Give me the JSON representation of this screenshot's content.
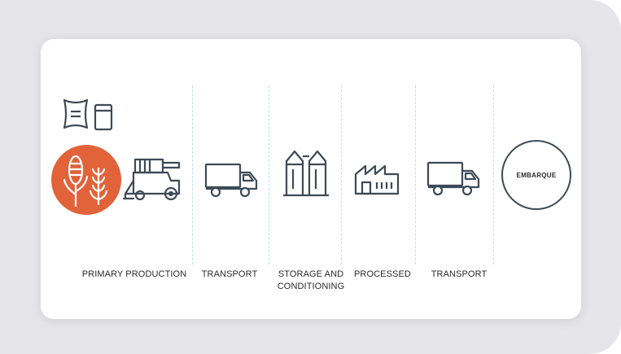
{
  "stages": [
    {
      "label": "PRIMARY PRODUCTION"
    },
    {
      "label": "TRANSPORT"
    },
    {
      "label": "STORAGE AND\nCONDITIONING"
    },
    {
      "label": "PROCESSED"
    },
    {
      "label": "TRANSPORT"
    }
  ],
  "export_badge": {
    "text": "EMBARQUE"
  },
  "colors": {
    "accent": "#e2623a",
    "line": "#3d4a57",
    "divider": "#b8dfe9"
  },
  "icons": [
    "grain-bag-icon",
    "container-icon",
    "corn-crop-icon",
    "harvester-icon",
    "truck-icon",
    "silo-icon",
    "factory-icon",
    "truck-icon"
  ]
}
